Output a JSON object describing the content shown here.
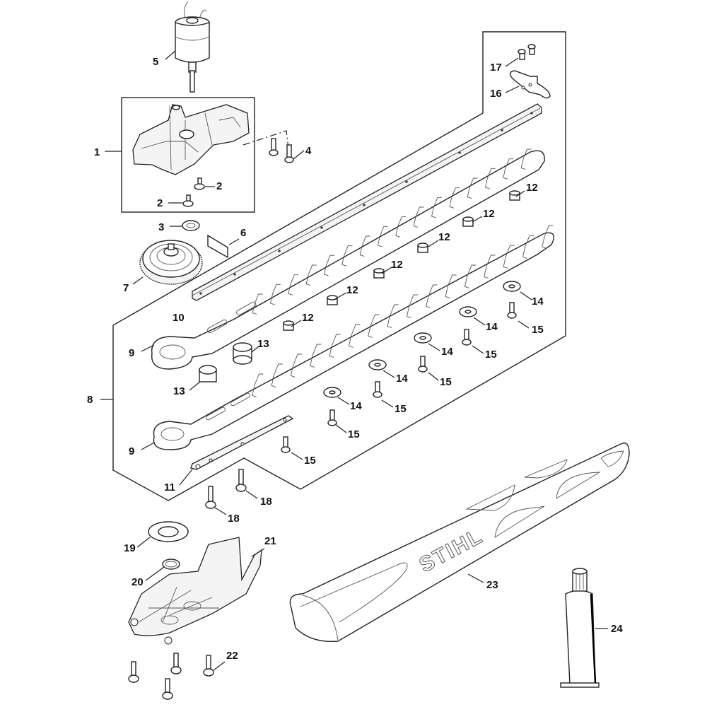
{
  "diagram": {
    "title": "Hedge trimmer gear housing and cutter blade assembly",
    "brand_logo_text": "STIHL",
    "callouts": [
      {
        "id": "c5",
        "number": "5",
        "part": "electric-motor"
      },
      {
        "id": "c1",
        "number": "1",
        "part": "gear-housing"
      },
      {
        "id": "c2a",
        "number": "2",
        "part": "screw"
      },
      {
        "id": "c2b",
        "number": "2",
        "part": "screw"
      },
      {
        "id": "c4",
        "number": "4",
        "part": "screw"
      },
      {
        "id": "c3",
        "number": "3",
        "part": "retaining-ring"
      },
      {
        "id": "c6",
        "number": "6",
        "part": "label-plate"
      },
      {
        "id": "c7",
        "number": "7",
        "part": "gear-wheel"
      },
      {
        "id": "c10",
        "number": "10",
        "part": "guide-rail"
      },
      {
        "id": "c17",
        "number": "17",
        "part": "screw"
      },
      {
        "id": "c16",
        "number": "16",
        "part": "blade-tip-guard"
      },
      {
        "id": "c12a",
        "number": "12",
        "part": "spacer-sleeve"
      },
      {
        "id": "c12b",
        "number": "12",
        "part": "spacer-sleeve"
      },
      {
        "id": "c12c",
        "number": "12",
        "part": "spacer-sleeve"
      },
      {
        "id": "c12d",
        "number": "12",
        "part": "spacer-sleeve"
      },
      {
        "id": "c12e",
        "number": "12",
        "part": "spacer-sleeve"
      },
      {
        "id": "c12f",
        "number": "12",
        "part": "spacer-sleeve"
      },
      {
        "id": "c13a",
        "number": "13",
        "part": "spacer-sleeve"
      },
      {
        "id": "c13b",
        "number": "13",
        "part": "spacer-sleeve"
      },
      {
        "id": "c9a",
        "number": "9",
        "part": "cutter-blade"
      },
      {
        "id": "c9b",
        "number": "9",
        "part": "cutter-blade"
      },
      {
        "id": "c8",
        "number": "8",
        "part": "cutter-bar-assembly"
      },
      {
        "id": "c14a",
        "number": "14",
        "part": "washer"
      },
      {
        "id": "c14b",
        "number": "14",
        "part": "washer"
      },
      {
        "id": "c14c",
        "number": "14",
        "part": "washer"
      },
      {
        "id": "c14d",
        "number": "14",
        "part": "washer"
      },
      {
        "id": "c14e",
        "number": "14",
        "part": "washer"
      },
      {
        "id": "c15a",
        "number": "15",
        "part": "screw"
      },
      {
        "id": "c15b",
        "number": "15",
        "part": "screw"
      },
      {
        "id": "c15c",
        "number": "15",
        "part": "screw"
      },
      {
        "id": "c15d",
        "number": "15",
        "part": "screw"
      },
      {
        "id": "c15e",
        "number": "15",
        "part": "screw"
      },
      {
        "id": "c15f",
        "number": "15",
        "part": "screw"
      },
      {
        "id": "c11",
        "number": "11",
        "part": "guide-plate"
      },
      {
        "id": "c18a",
        "number": "18",
        "part": "screw"
      },
      {
        "id": "c18b",
        "number": "18",
        "part": "screw"
      },
      {
        "id": "c19",
        "number": "19",
        "part": "washer"
      },
      {
        "id": "c20",
        "number": "20",
        "part": "circlip"
      },
      {
        "id": "c21",
        "number": "21",
        "part": "gear-cover"
      },
      {
        "id": "c22",
        "number": "22",
        "part": "screw"
      },
      {
        "id": "c23",
        "number": "23",
        "part": "blade-scabbard"
      },
      {
        "id": "c24",
        "number": "24",
        "part": "grease-tube"
      }
    ]
  }
}
